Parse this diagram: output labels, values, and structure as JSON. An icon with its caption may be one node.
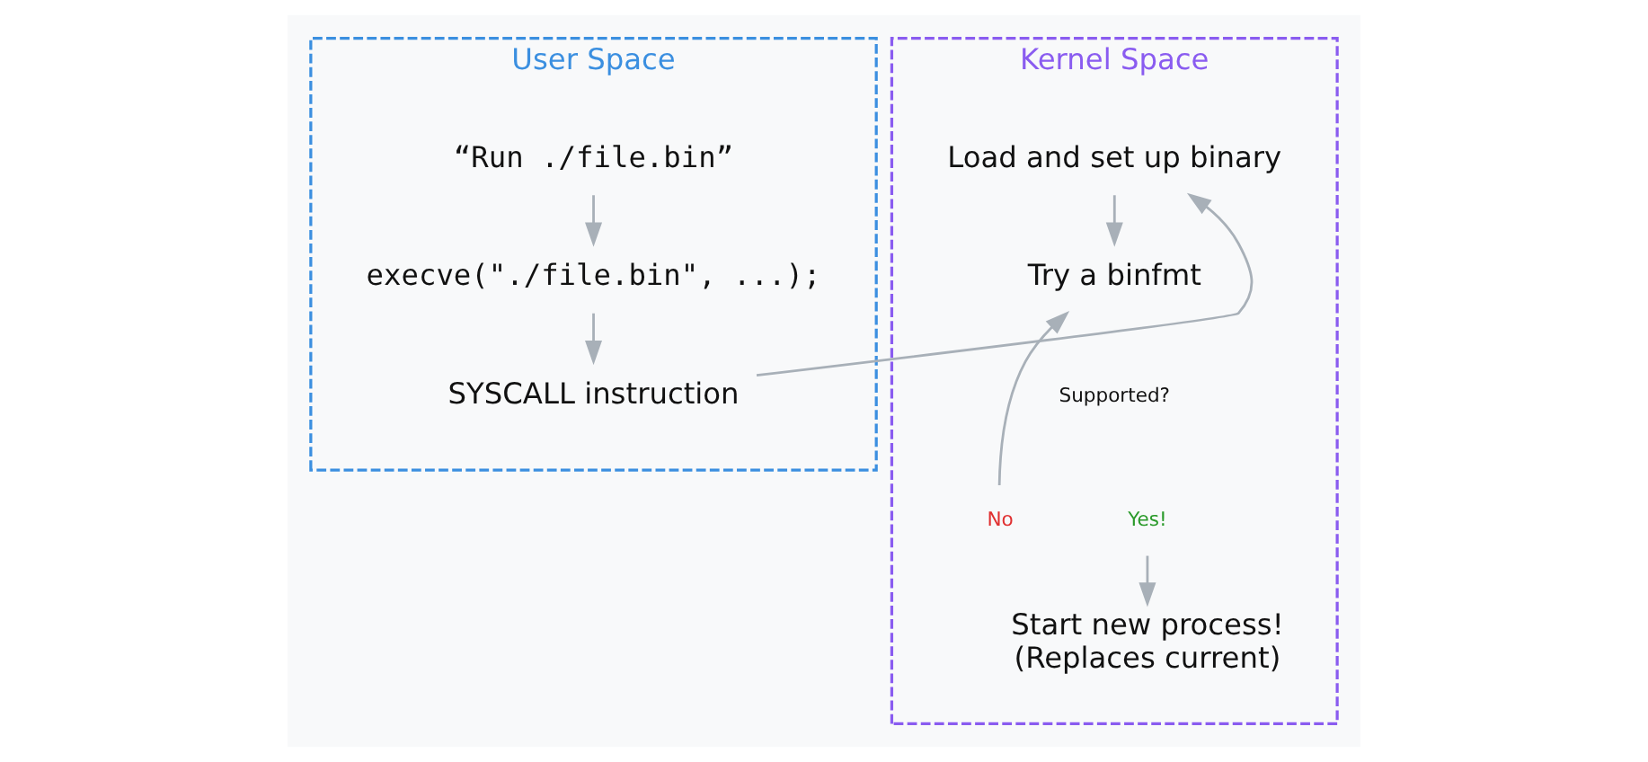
{
  "diagram": {
    "nodes": [
      {
        "text": [
          "User Space"
        ]
      },
      {
        "text": [
          "“Run ./file.bin”"
        ],
        "in": 0
      },
      {
        "text": [
          "execve(\"./file.bin\", ...);"
        ],
        "in": 0
      },
      {
        "text": [
          "SYSCALL instruction"
        ],
        "in": 0
      },
      {
        "text": [
          "Kernel Space"
        ]
      },
      {
        "text": [
          "Load and set up binary"
        ],
        "in": 4
      },
      {
        "text": [
          "Try a binfmt"
        ],
        "in": 4
      },
      {
        "text": [
          "No"
        ],
        "in": 4
      },
      {
        "text": [
          "Yes!"
        ],
        "in": 4
      },
      {
        "text": [
          "Start new process!",
          "(Replaces current)"
        ],
        "in": 4
      }
    ],
    "edges": [
      {
        "from": 1,
        "to": 2,
        "arrow": "to"
      },
      {
        "from": 2,
        "to": 3,
        "arrow": "to"
      },
      {
        "from": 3,
        "to": 5,
        "arrow": "to"
      },
      {
        "from": 5,
        "to": 6,
        "arrow": "to"
      },
      {
        "from": 7,
        "to": 6,
        "arrow": "to"
      },
      {
        "from": 8,
        "to": 9,
        "arrow": "to"
      }
    ],
    "labels": [
      "Supported?"
    ]
  }
}
